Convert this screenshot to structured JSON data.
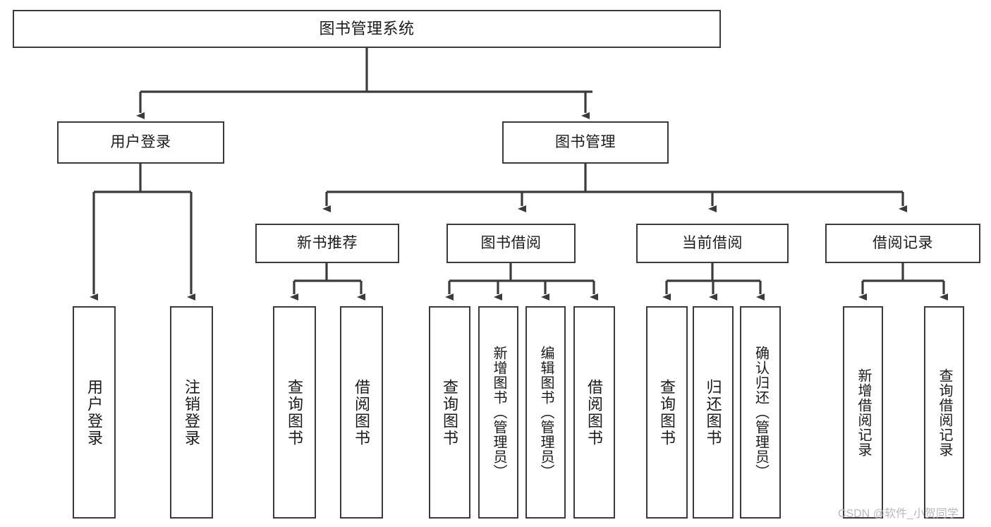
{
  "diagram": {
    "type": "tree",
    "title": "图书管理系统",
    "root": {
      "label": "图书管理系统"
    },
    "level1": [
      {
        "label": "用户登录"
      },
      {
        "label": "图书管理"
      }
    ],
    "level2": [
      {
        "label": "新书推荐"
      },
      {
        "label": "图书借阅"
      },
      {
        "label": "当前借阅"
      },
      {
        "label": "借阅记录"
      }
    ],
    "leaves_user_login": [
      {
        "label": "用户登录"
      },
      {
        "label": "注销登录"
      }
    ],
    "leaves_new_book": [
      {
        "label": "查询图书"
      },
      {
        "label": "借阅图书"
      }
    ],
    "leaves_borrow": [
      {
        "label": "查询图书"
      },
      {
        "label": "新增图书（管理员）"
      },
      {
        "label": "编辑图书（管理员）"
      },
      {
        "label": "借阅图书"
      }
    ],
    "leaves_current": [
      {
        "label": "查询图书"
      },
      {
        "label": "归还图书"
      },
      {
        "label": "确认归还（管理员）"
      }
    ],
    "leaves_records": [
      {
        "label": "新增借阅记录"
      },
      {
        "label": "查询借阅记录"
      }
    ]
  },
  "watermark": {
    "text": "CSDN @软件_小贺同学"
  },
  "colors": {
    "stroke": "#3b3b3b",
    "text": "#1b1b1b",
    "background": "#ffffff",
    "watermark": "#b9b9b9"
  }
}
